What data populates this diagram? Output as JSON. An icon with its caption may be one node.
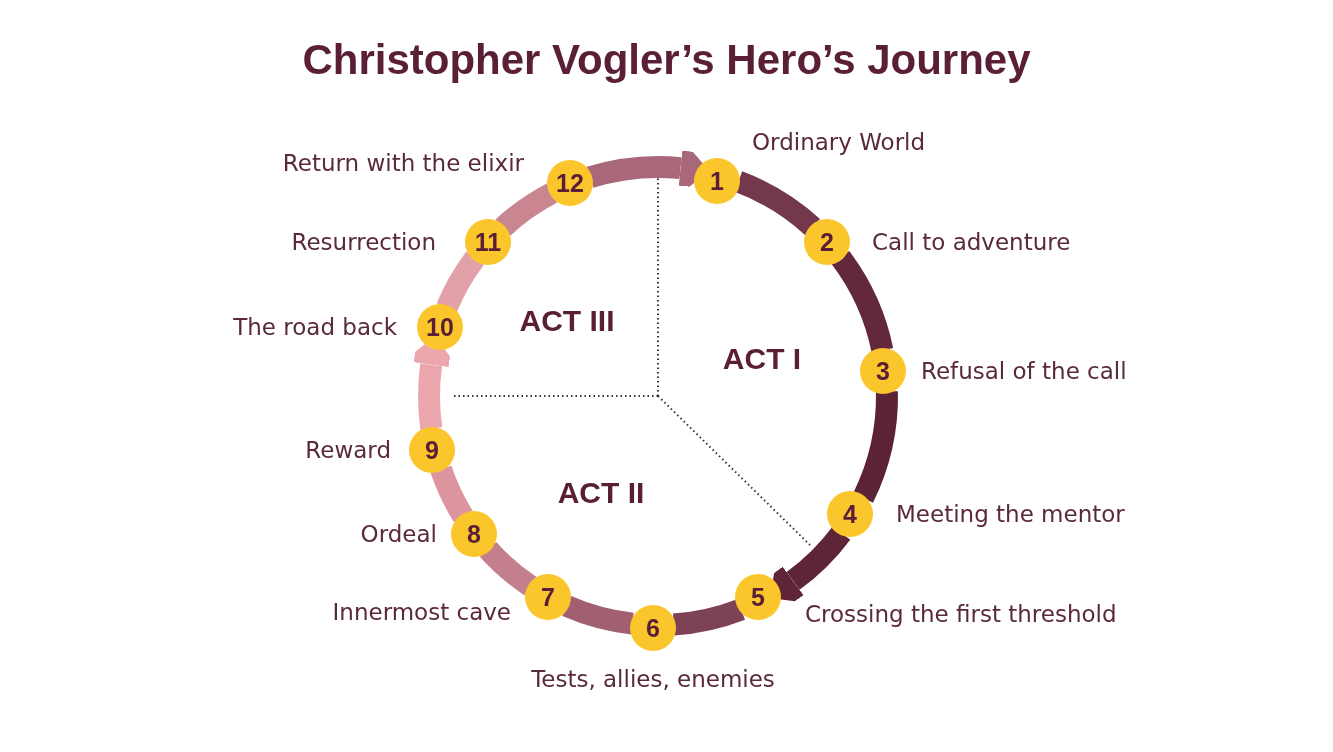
{
  "diagram": {
    "title": "Christopher Vogler’s Hero’s Journey",
    "nodes": [
      {
        "text": [
          "1"
        ],
        "beside": [
          "Ordinary World"
        ]
      },
      {
        "text": [
          "2"
        ],
        "beside": [
          "Call to adventure"
        ]
      },
      {
        "text": [
          "3"
        ],
        "beside": [
          "Refusal of the call"
        ]
      },
      {
        "text": [
          "4"
        ],
        "beside": [
          "Meeting the mentor"
        ]
      },
      {
        "text": [
          "5"
        ],
        "beside": [
          "Crossing the first threshold"
        ]
      },
      {
        "text": [
          "6"
        ],
        "beside": [
          "Tests, allies, enemies"
        ]
      },
      {
        "text": [
          "7"
        ],
        "beside": [
          "Innermost cave"
        ]
      },
      {
        "text": [
          "8"
        ],
        "beside": [
          "Ordeal"
        ]
      },
      {
        "text": [
          "9"
        ],
        "beside": [
          "Reward"
        ]
      },
      {
        "text": [
          "10"
        ],
        "beside": [
          "The road back"
        ]
      },
      {
        "text": [
          "11"
        ],
        "beside": [
          "Resurrection"
        ]
      },
      {
        "text": [
          "12"
        ],
        "beside": [
          "Return with the elixir"
        ]
      }
    ],
    "edges": [
      {
        "from": 0,
        "to": 1,
        "arrow": "none",
        "color": "#74384c"
      },
      {
        "from": 1,
        "to": 2,
        "arrow": "none",
        "color": "#63283d"
      },
      {
        "from": 2,
        "to": 3,
        "arrow": "none",
        "color": "#5c2338"
      },
      {
        "from": 3,
        "to": 4,
        "arrow": "to",
        "color": "#5e2539"
      },
      {
        "from": 4,
        "to": 5,
        "arrow": "none",
        "color": "#7e4256"
      },
      {
        "from": 5,
        "to": 6,
        "arrow": "none",
        "color": "#a1606f"
      },
      {
        "from": 6,
        "to": 7,
        "arrow": "none",
        "color": "#c37f8b"
      },
      {
        "from": 7,
        "to": 8,
        "arrow": "none",
        "color": "#dc959f"
      },
      {
        "from": 8,
        "to": 9,
        "arrow": "to",
        "color": "#eca7ae"
      },
      {
        "from": 9,
        "to": 10,
        "arrow": "none",
        "color": "#e2a0a8"
      },
      {
        "from": 10,
        "to": 11,
        "arrow": "none",
        "color": "#c98691"
      },
      {
        "from": 11,
        "to": 0,
        "arrow": "to",
        "color": "#a8687a"
      }
    ],
    "labels": [
      "ACT III",
      "ACT I",
      "ACT II"
    ]
  }
}
